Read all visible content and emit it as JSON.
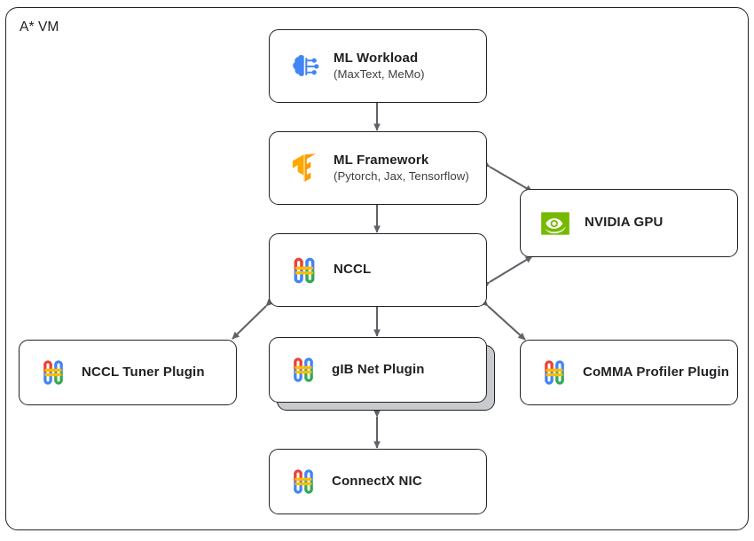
{
  "container": {
    "label": "A* VM",
    "border_color": "#202124"
  },
  "colors": {
    "accent_blue": "#4285F4",
    "accent_red": "#EA4335",
    "accent_yellow": "#FBBC04",
    "accent_green": "#34A853",
    "tensorflow_orange": "#FF9A00",
    "nvidia_green": "#76B900",
    "arrow_gray": "#5F6368",
    "text": "#202124",
    "shadow_gray": "#c8cace"
  },
  "nodes": {
    "ml_workload": {
      "title": "ML Workload",
      "subtitle": "(MaxText, MeMo)",
      "icon": "ml-brain-circuit-icon"
    },
    "ml_framework": {
      "title": "ML Framework",
      "subtitle": "(Pytorch, Jax, Tensorflow)",
      "icon": "tensorflow-icon"
    },
    "nccl": {
      "title": "NCCL",
      "icon": "google-hpc-icon"
    },
    "nvidia_gpu": {
      "title": "NVIDIA GPU",
      "icon": "nvidia-icon"
    },
    "nccl_tuner_plugin": {
      "title": "NCCL Tuner Plugin",
      "icon": "google-hpc-icon"
    },
    "gib_net_plugin": {
      "title": "gIB Net Plugin",
      "icon": "google-hpc-icon"
    },
    "comma_profiler_plugin": {
      "title": "CoMMA Profiler Plugin",
      "icon": "google-hpc-icon"
    },
    "connectx_nic": {
      "title": "ConnectX NIC",
      "icon": "google-hpc-icon"
    }
  },
  "connections": [
    {
      "from": "ml_workload",
      "to": "ml_framework",
      "style": "bidirectional-vertical"
    },
    {
      "from": "ml_framework",
      "to": "nccl",
      "style": "bidirectional-vertical"
    },
    {
      "from": "ml_framework",
      "to": "nvidia_gpu",
      "style": "bidirectional-diagonal"
    },
    {
      "from": "nccl",
      "to": "nvidia_gpu",
      "style": "bidirectional-diagonal"
    },
    {
      "from": "nccl",
      "to": "nccl_tuner_plugin",
      "style": "bidirectional-diagonal"
    },
    {
      "from": "nccl",
      "to": "gib_net_plugin",
      "style": "bidirectional-vertical"
    },
    {
      "from": "nccl",
      "to": "comma_profiler_plugin",
      "style": "bidirectional-diagonal"
    },
    {
      "from": "gib_net_plugin",
      "to": "connectx_nic",
      "style": "bidirectional-vertical"
    }
  ]
}
